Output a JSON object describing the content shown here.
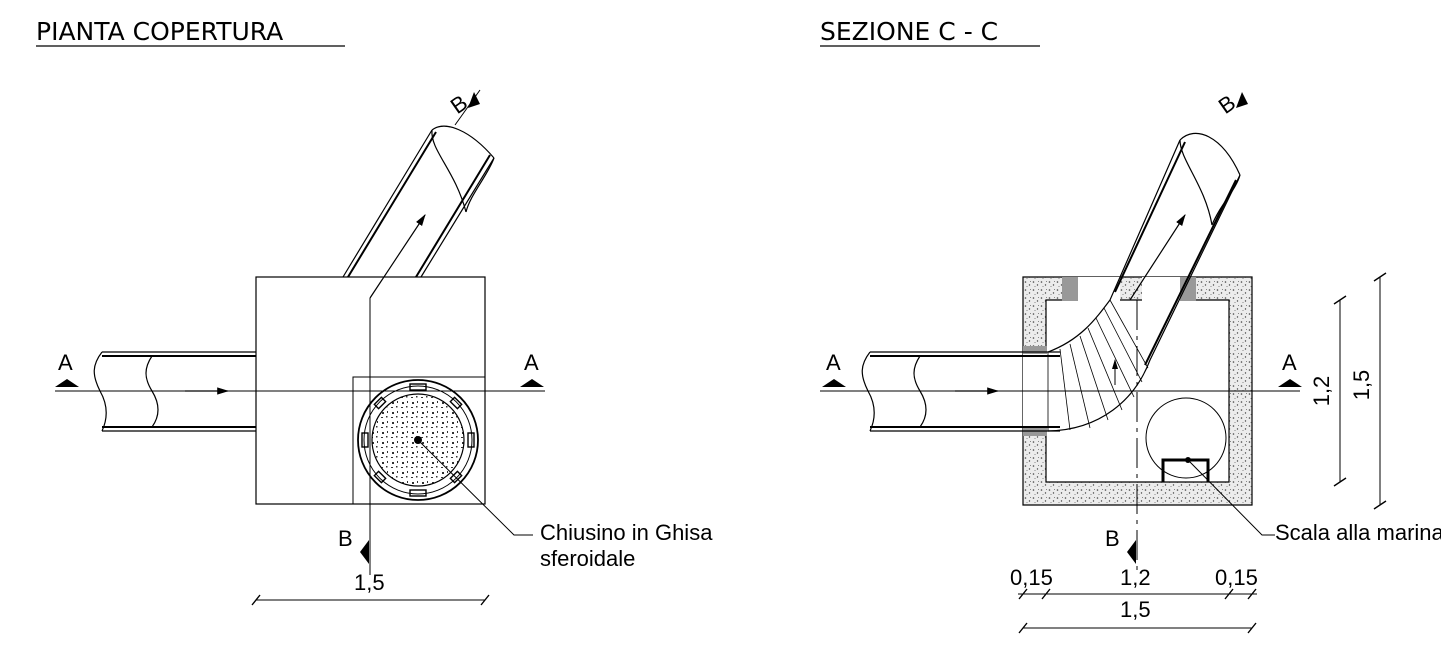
{
  "left": {
    "title": "PIANTA COPERTURA",
    "section_label_a": "A",
    "section_label_b": "B",
    "note_line1": "Chiusino in Ghisa",
    "note_line2": "sferoidale",
    "dim_total": "1,5"
  },
  "right": {
    "title": "SEZIONE C - C",
    "section_label_a": "A",
    "section_label_b": "B",
    "note": "Scala alla marinara",
    "dim_left": "0,15",
    "dim_mid": "1,2",
    "dim_right": "0,15",
    "dim_total": "1,5",
    "dim_vert_inner": "1,2",
    "dim_vert_outer": "1,5"
  },
  "colors": {
    "line": "#000000",
    "concrete": "#d9d9d9"
  }
}
